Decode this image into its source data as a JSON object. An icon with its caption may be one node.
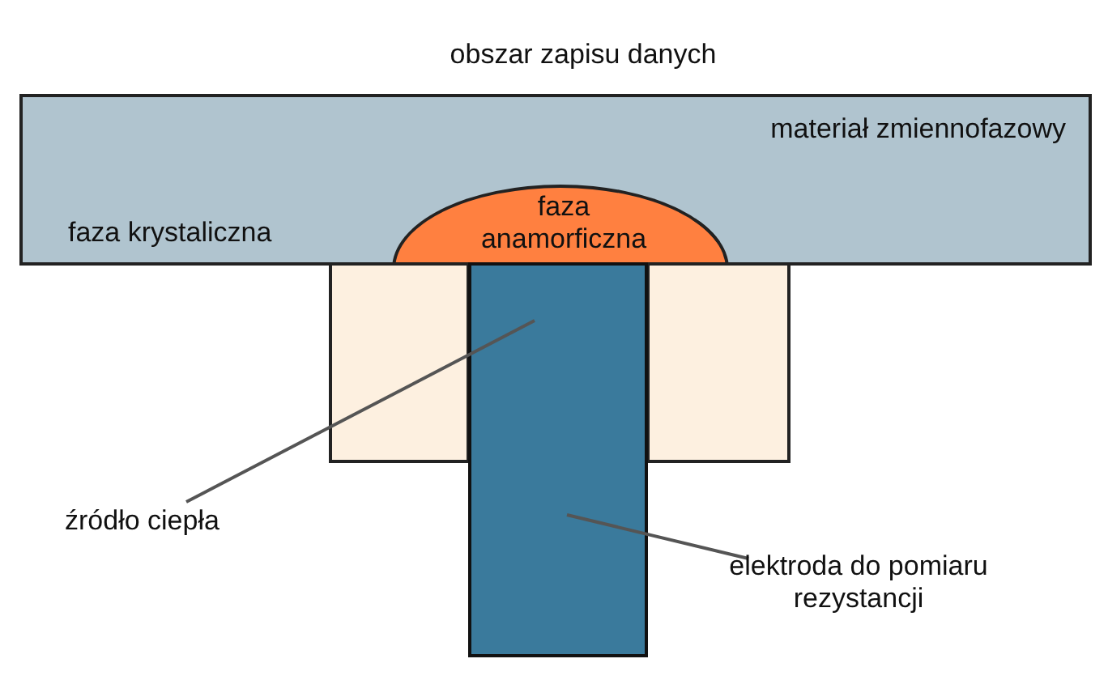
{
  "diagram": {
    "nodes": [
      {
        "text": [
          "materiał zmiennofazowy",
          "faza krystaliczna"
        ]
      },
      {
        "text": [
          "faza anamorficzna"
        ],
        "in": 0
      },
      {
        "text": [],
        "shape": "box"
      },
      {
        "text": [],
        "shape": "box"
      },
      {
        "text": [],
        "shape": "bar"
      },
      {
        "text": [
          "źródło ciepła"
        ]
      },
      {
        "text": [
          "elektroda do pomiaru rezystancji"
        ]
      }
    ],
    "edges": [
      {
        "from": 5,
        "to": 4,
        "arrow": "none"
      },
      {
        "from": 6,
        "to": 4,
        "arrow": "none"
      }
    ],
    "labels": [
      "obszar zapisu danych"
    ]
  }
}
